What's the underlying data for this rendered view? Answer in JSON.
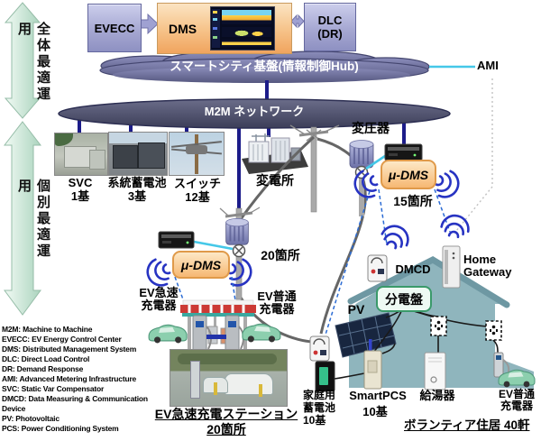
{
  "left_arrows": {
    "overall": "全体最適運用",
    "individual": "個別最適運用"
  },
  "control_boxes": {
    "evecc": "EVECC",
    "dms": "DMS",
    "dlc_line1": "DLC",
    "dlc_line2": "(DR)"
  },
  "platform_cloud": "スマートシティ基盤(情報制御Hub)",
  "ami_label": "AMI",
  "m2m_network": "M2M ネットワーク",
  "grid_assets": {
    "svc": {
      "name": "SVC",
      "count": "1基"
    },
    "grid_battery": {
      "name": "系統蓄電池",
      "count": "3基"
    },
    "switch": {
      "name": "スイッチ",
      "count": "12基"
    },
    "substation": "変電所",
    "transformer": "変圧器"
  },
  "mu_dms_15": {
    "label": "μ-DMS",
    "count": "15箇所"
  },
  "mu_dms_20": {
    "label": "μ-DMS",
    "count": "20箇所"
  },
  "ev_station": {
    "fast_charger_line1": "EV急速",
    "fast_charger_line2": "充電器",
    "normal_charger_line1": "EV普通",
    "normal_charger_line2": "充電器",
    "caption_line1": "EV急速充電ステーション",
    "caption_line2": "20箇所"
  },
  "house": {
    "dmcd": "DMCD",
    "home_gateway_line1": "Home",
    "home_gateway_line2": "Gateway",
    "distribution_board": "分電盤",
    "pv": "PV",
    "home_battery_line1": "家庭用",
    "home_battery_line2": "蓄電池",
    "home_battery_count": "10基",
    "smart_pcs": "SmartPCS",
    "smart_pcs_count": "10基",
    "water_heater": "給湯器",
    "ev_normal_line1": "EV普通",
    "ev_normal_line2": "充電器",
    "caption": "ボランティア住居 40軒"
  },
  "legend": [
    "M2M: Machine to Machine",
    "EVECC: EV Energy Control Center",
    "DMS: Distributed Management System",
    "DLC: Direct Load Control",
    "DR: Demand Response",
    "AMI: Advanced Metering Infrastructure",
    "SVC: Static Var Compensator",
    "DMCD: Data Measuring & Communication Device",
    "PV: Photovoltaic",
    "PCS: Power Conditioning System"
  ],
  "colors": {
    "cloud": "#7b7dac",
    "network_ellipse": "#4b4d6e",
    "line_navy": "#1c1c8a",
    "line_cyan": "#45c8e8",
    "wifi_blue": "#2733c2",
    "arrow_green": "#cdeeda",
    "house_teal": "#8fb5bd",
    "board_green": "#3a9a6a",
    "mudms_orange": "#f6b873",
    "dms_orange": "#f0a45e",
    "box_lavender": "#a6a8d2"
  }
}
